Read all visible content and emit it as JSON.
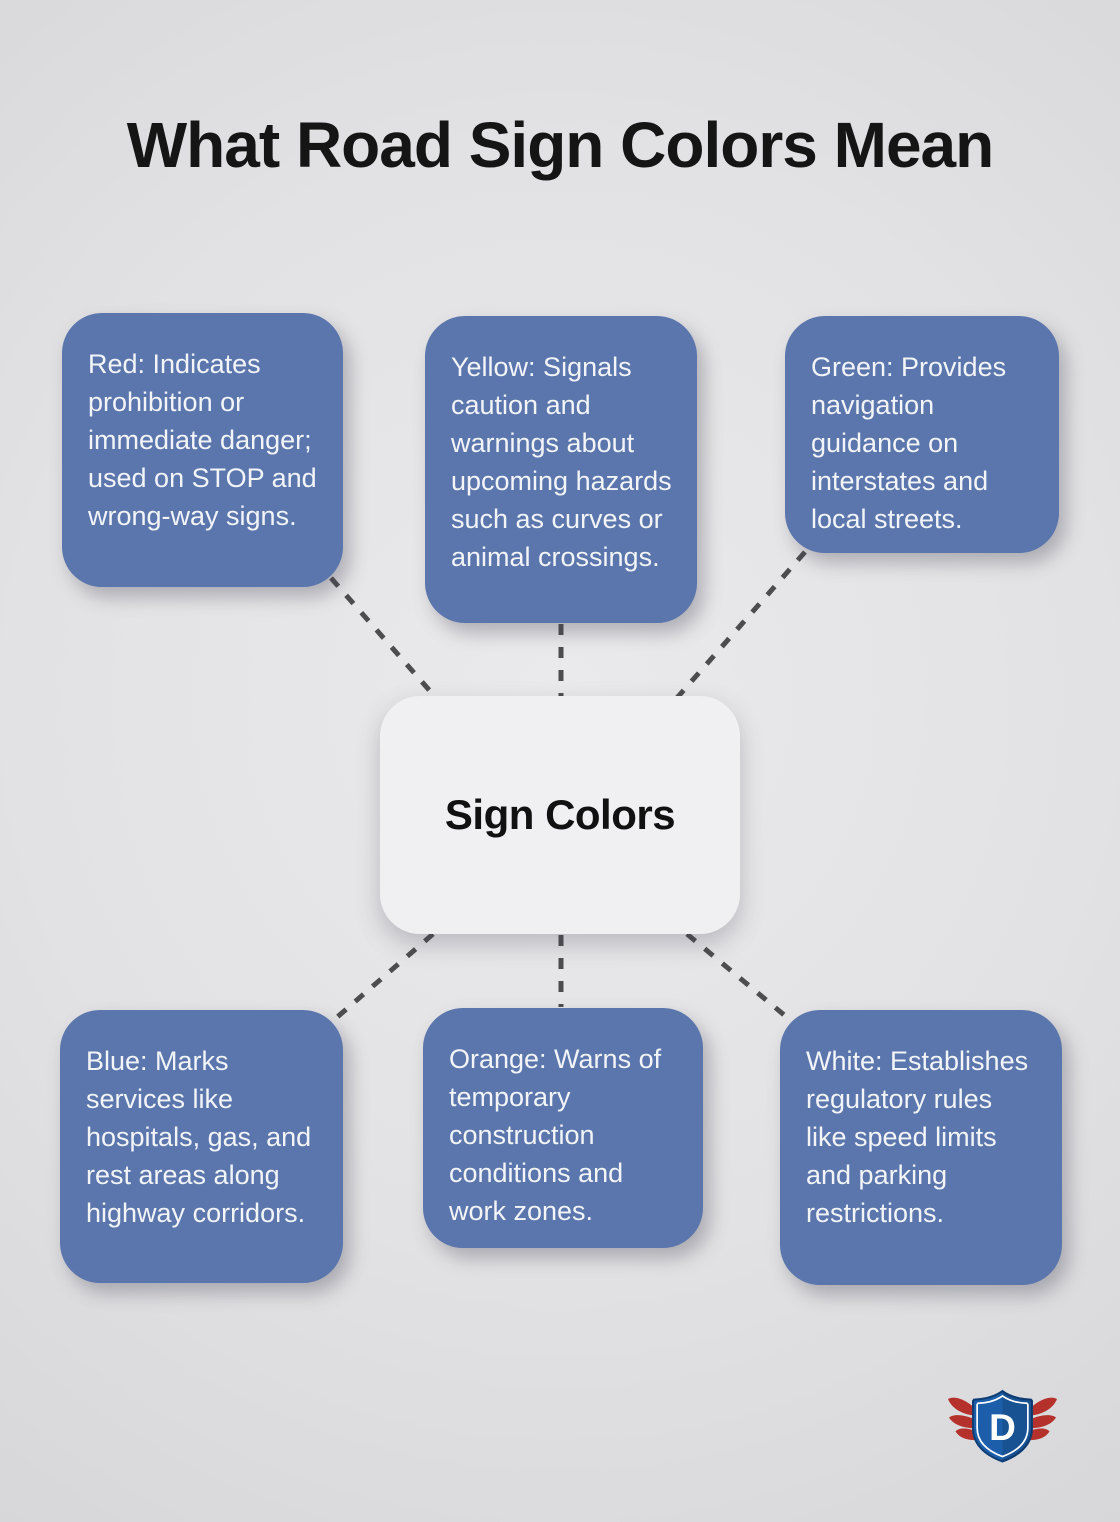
{
  "title": "What Road Sign Colors Mean",
  "center": {
    "label": "Sign Colors"
  },
  "nodes": [
    {
      "id": "red",
      "text": "Red: Indicates prohibition or immediate danger; used on STOP and wrong-way signs."
    },
    {
      "id": "yellow",
      "text": "Yellow: Signals caution and warnings about upcoming hazards such as curves or animal crossings."
    },
    {
      "id": "green",
      "text": "Green: Provides navigation guidance on interstates and local streets."
    },
    {
      "id": "blue",
      "text": "Blue: Marks services like hospitals, gas, and rest areas along highway corridors."
    },
    {
      "id": "orange",
      "text": "Orange: Warns of temporary construction conditions and work zones."
    },
    {
      "id": "white",
      "text": "White: Establishes regulatory rules like speed limits and parking restrictions."
    }
  ],
  "logo": {
    "letter": "D"
  },
  "colors": {
    "background": "#e0e0e3",
    "node_fill": "#5b76ac",
    "node_text": "#f2f4f8",
    "center_fill": "#f0f0f3",
    "center_text": "#111111",
    "connector": "#4d4d4f",
    "title_text": "#151515",
    "logo_shield_blue": "#1c5ea9",
    "logo_wing_red": "#b5312b"
  }
}
